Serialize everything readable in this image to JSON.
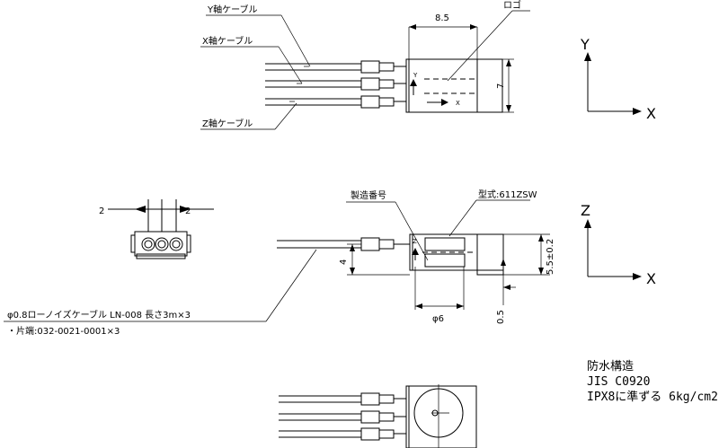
{
  "labels": {
    "y_cable": "Y軸ケーブル",
    "x_cable": "X軸ケーブル",
    "z_cable": "Z軸ケーブル",
    "logo": "ロゴ",
    "serial": "製造番号",
    "model": "型式:611ZSW",
    "cable_spec": "φ0.8ローノイズケーブル LN-008 長さ3m×3",
    "terminal": "・片端:032-0021-0001×3",
    "marks": {
      "y": "Y",
      "x": "X",
      "z": "Z"
    }
  },
  "dimensions": {
    "width_top": "8.5",
    "height_top": "7",
    "height_side": "5.5±0.2",
    "left_height": "4",
    "diameter": "φ6",
    "bottom_gap": "0.5",
    "pin_spacing": "2"
  },
  "axes": {
    "top": {
      "vertical": "Y",
      "horizontal": "X"
    },
    "side": {
      "vertical": "Z",
      "horizontal": "X"
    }
  },
  "notes": [
    "防水構造",
    "JIS C0920",
    "IPX8に準ずる 6kg/cm2"
  ]
}
